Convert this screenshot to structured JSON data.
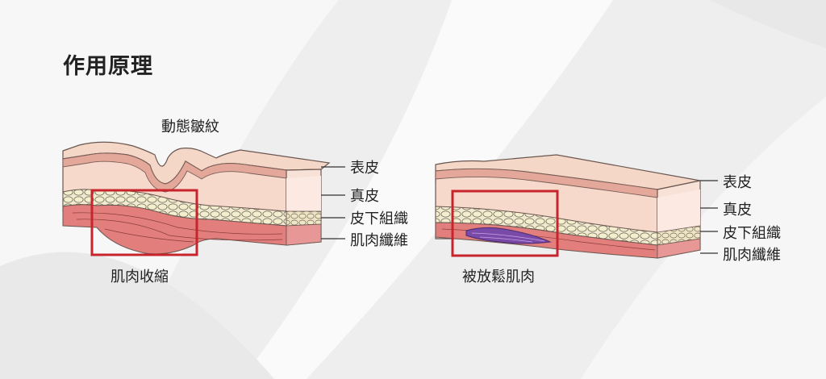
{
  "title": "作用原理",
  "left": {
    "top_label": "動態皺紋",
    "bottom_label": "肌肉收縮",
    "layers": [
      "表皮",
      "真皮",
      "皮下組織",
      "肌肉纖維"
    ]
  },
  "right": {
    "bottom_label": "被放鬆肌肉",
    "layers": [
      "表皮",
      "真皮",
      "皮下組織",
      "肌肉纖維"
    ]
  },
  "colors": {
    "epidermis": "#f2cdb7",
    "dermis": "#f7d9cc",
    "fat": "#f2ead0",
    "muscle": "#e07e7b",
    "highlight": "#c8242c",
    "relaxed_muscle": "#7a4aa8"
  }
}
